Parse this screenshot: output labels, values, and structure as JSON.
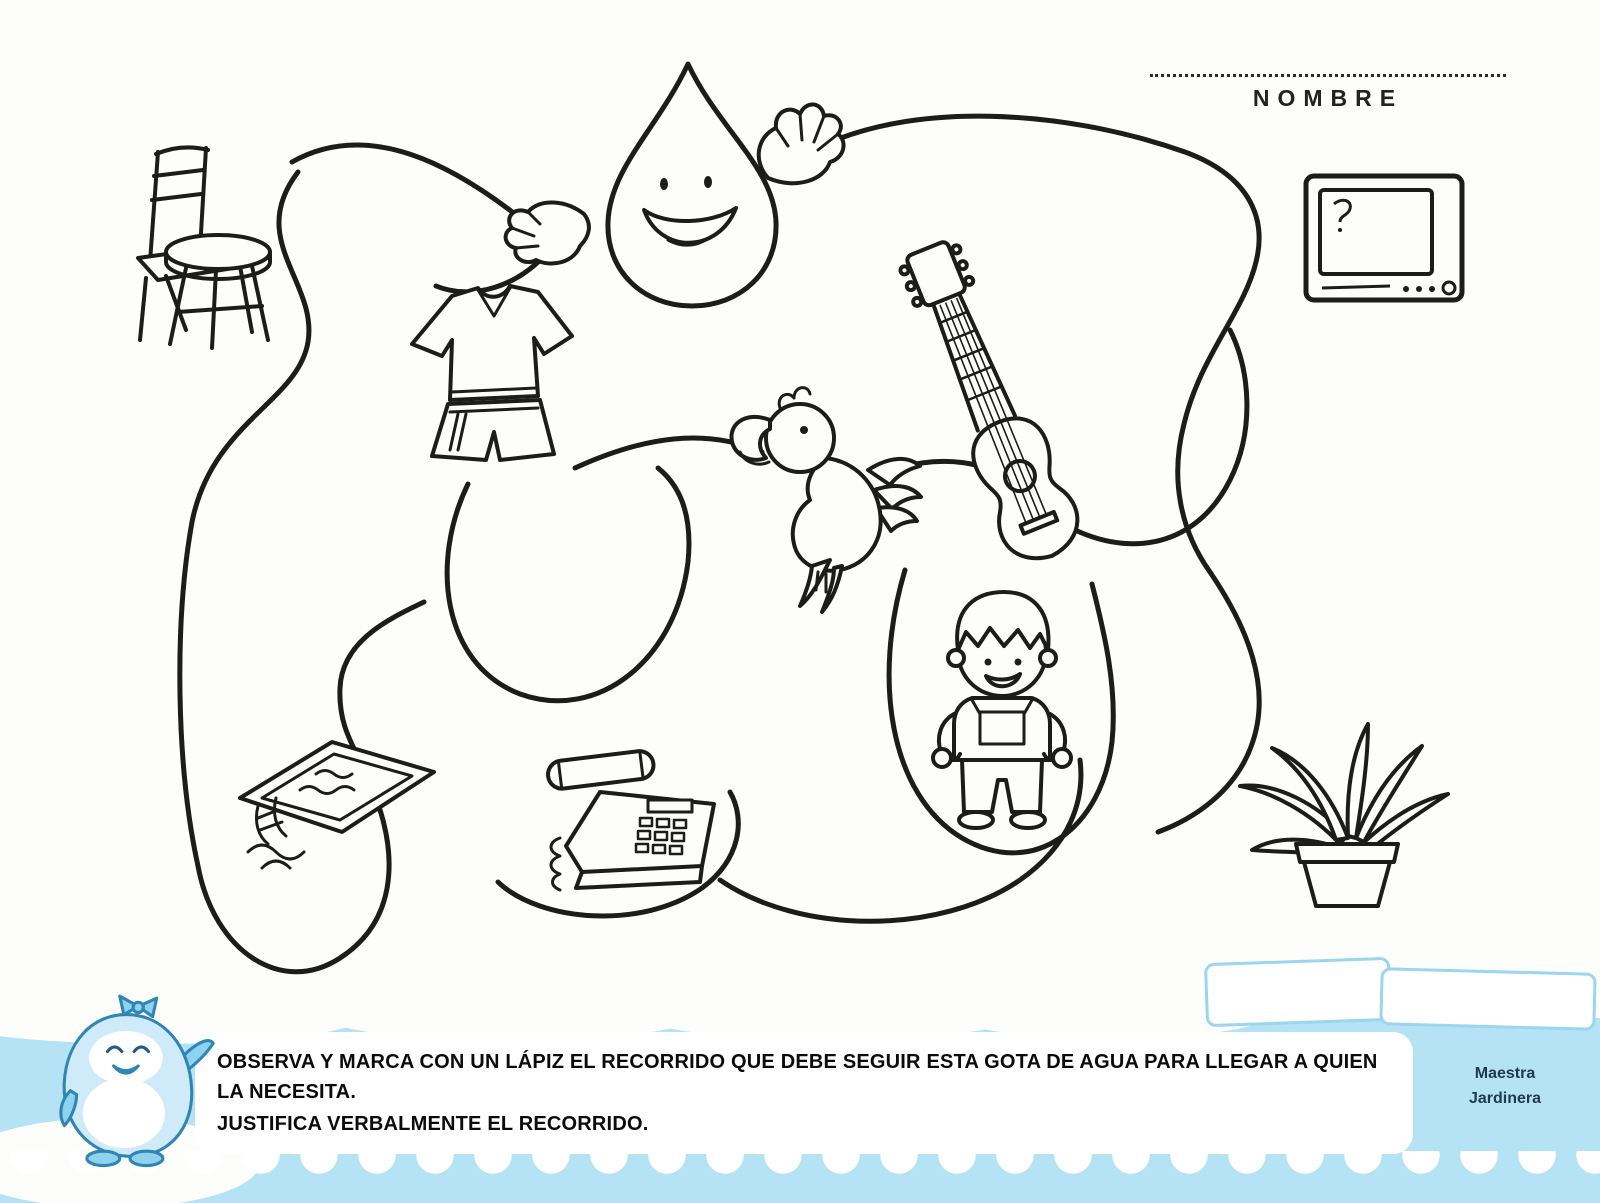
{
  "page": {
    "name_label": "NOMBRE"
  },
  "footer": {
    "instruction_line1": "OBSERVA Y MARCA CON UN LÁPIZ EL RECORRIDO QUE DEBE SEGUIR ESTA GOTA DE AGUA PARA LLEGAR A QUIEN LA NECESITA.",
    "instruction_line2": "JUSTIFICA VERBALMENTE EL RECORRIDO.",
    "credit_line1": "Maestra",
    "credit_line2": "Jardinera"
  },
  "maze": {
    "character": "water-drop",
    "items": [
      "chair-stool",
      "tv",
      "clothes",
      "guitar",
      "parrot",
      "boy",
      "telephone",
      "pool",
      "potted-plant"
    ]
  },
  "colors": {
    "ink": "#1c1c1a",
    "band_blue": "#b5e2f4",
    "accent_blue": "#7ecdec",
    "penguin_outline": "#2f86b5"
  }
}
